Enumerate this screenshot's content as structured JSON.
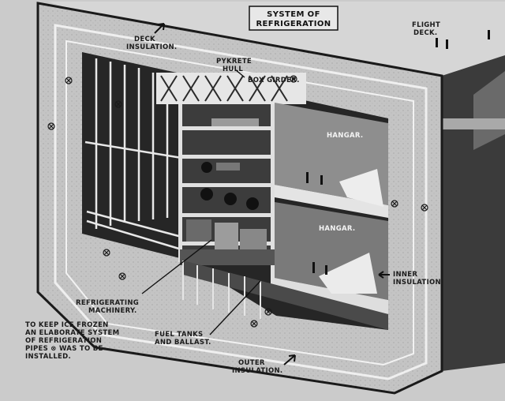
{
  "title": [
    "SYSTEM OF",
    "REFRIGERATION"
  ],
  "labels": {
    "deck_insulation": [
      "DECK",
      "INSULATION."
    ],
    "pykrete_hull": [
      "PYKRETE",
      "HULL"
    ],
    "box_girder": "BOX GIRDER.",
    "flight_deck": [
      "FLIGHT",
      "DECK."
    ],
    "hangar_upper": "HANGAR.",
    "hangar_lower": "HANGAR.",
    "inner_insulation": [
      "INNER",
      "INSULATION."
    ],
    "refrigerating_machinery": [
      "REFRIGERATING",
      "MACHINERY."
    ],
    "fuel_tanks": [
      "FUEL TANKS",
      "AND BALLAST."
    ],
    "outer_insulation": [
      "OUTER",
      "INSULATION."
    ],
    "note": [
      "TO KEEP ICE FROZEN",
      "AN ELABORATE SYSTEM",
      "OF REFRIGERATION",
      "PIPES ⊗ WAS TO BE",
      "INSTALLED."
    ]
  },
  "colors": {
    "background": "#cfcfcf",
    "hull": "#bdbdbd",
    "dark": "#1a1a1a",
    "interior": "#2b2b2b",
    "pipe": "#ececec"
  }
}
